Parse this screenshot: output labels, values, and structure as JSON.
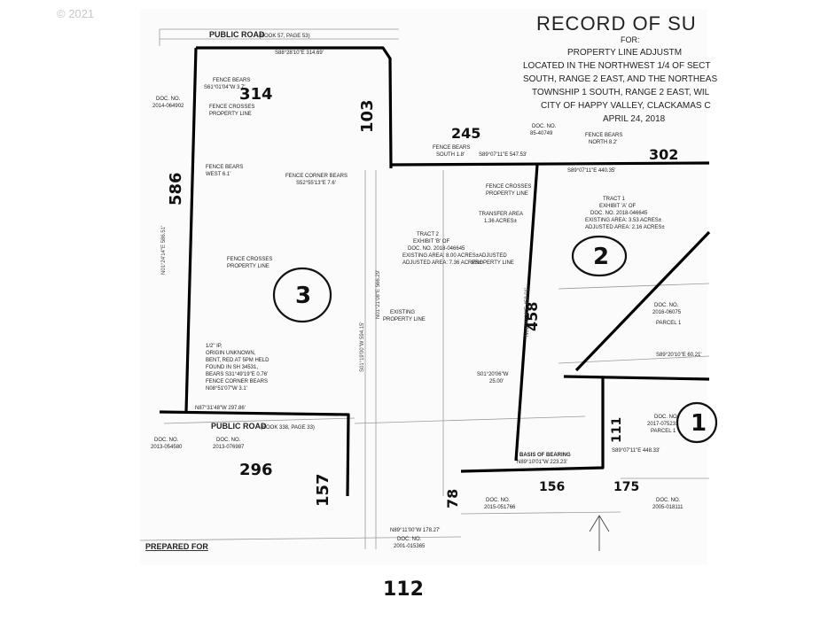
{
  "copyright": "© 2021",
  "header": {
    "title": "RECORD OF SU",
    "for": "FOR:",
    "lines": [
      "PROPERTY LINE ADJUSTM",
      "LOCATED IN THE NORTHWEST 1/4 OF SECT",
      "SOUTH, RANGE 2 EAST, AND THE NORTHEAS",
      "TOWNSHIP 1 SOUTH, RANGE 2 EAST, WIL",
      "CITY OF HAPPY VALLEY, CLACKAMAS C",
      "APRIL 24, 2018"
    ]
  },
  "roads": {
    "north": "PUBLIC ROAD",
    "north_ref": "(BOOK 57, PAGE 53)",
    "south": "PUBLIC ROAD",
    "south_ref": "(BOOK 338, PAGE 33)"
  },
  "tracts": {
    "tract2": [
      "TRACT 2",
      "EXHIBIT 'B' OF",
      "DOC. NO. 2018-046645",
      "EXISTING AREA: 8.00 ACRES±",
      "ADJUSTED AREA: 7.36 ACRES±"
    ],
    "tract1": [
      "TRACT 1",
      "EXHIBIT 'A' OF",
      "DOC. NO. 2018-046645",
      "EXISTING AREA: 3.53 ACRES±",
      "ADJUSTED AREA: 2.16 ACRES±"
    ],
    "transfer": [
      "TRANSFER AREA",
      "1.36 ACRES±"
    ],
    "existing_line": [
      "EXISTING",
      "PROPERTY LINE"
    ],
    "adjusted_line": [
      "ADJUSTED",
      "PROPERTY LINE"
    ],
    "parcel1": "PARCEL 1",
    "doc_parcel": [
      "DOC. NO.",
      "2017-075231",
      "PARCEL 1"
    ]
  },
  "bearings": {
    "north_line": "S88°28'10\"E 314.69'",
    "south_line": "N87°31'48\"W 297.86'",
    "mid_line": "S89°07'11\"E 547.53'",
    "tract_line": "S01°20'06\"W",
    "tract_line_len": "25.00'",
    "basis": "BASIS OF BEARING",
    "basis_value": "N89°10'01\"W 223.23'",
    "south_right": "N89°11'00\"W 178.27'",
    "right_line": "S89°07'11\"E 440.35'",
    "right_mid": "S89°20'10\"E 60.21'",
    "right_low": "S89°07'11\"E 448.33'"
  },
  "notes": {
    "fence_bears_nw": [
      "FENCE BEARS",
      "S61°01'04\"W 3.7'"
    ],
    "fence_crosses": [
      "FENCE CROSSES",
      "PROPERTY LINE"
    ],
    "fence_bears_west": [
      "FENCE BEARS",
      "WEST 6.1'"
    ],
    "fence_crosses_mid": [
      "FENCE CROSSES",
      "PROPERTY LINE"
    ],
    "monument": [
      "1/2\" IP,",
      "ORIGIN UNKNOWN,",
      "BENT, RED AT 5PM HELD",
      "FOUND IN SH 34531,",
      "BEARS S31°49'19\"E 0.76'",
      "FENCE CORNER BEARS",
      "N08°51'07\"W 3.1'"
    ],
    "prepared_for": "PREPARED FOR",
    "fence_bears_south": [
      "FENCE BEARS",
      "SOUTH 1.8'"
    ],
    "fence_bears_north": [
      "FENCE BEARS",
      "NORTH 8.2'"
    ],
    "fence_crosses_right": [
      "FENCE CROSSES",
      "PROPERTY LINE"
    ],
    "fence_corner": [
      "FENCE CORNER BEARS",
      "S52°55'13\"E 7.6'"
    ]
  },
  "docs": {
    "d1": [
      "DOC. NO.",
      "2014-064902"
    ],
    "d2": [
      "DOC. NO.",
      "85-40749"
    ],
    "d3": [
      "DOC. NO.",
      "2013-054580"
    ],
    "d4": [
      "DOC. NO.",
      "2013-076987"
    ],
    "d5": [
      "DOC. NO.",
      "2015-051766"
    ],
    "d6": [
      "DOC. NO.",
      "2016-06075"
    ],
    "d7": [
      "DOC. NO.",
      "2005-018111"
    ],
    "d8": [
      "DOC. NO.",
      "2001-015365"
    ]
  },
  "handwritten": {
    "north_len": "314",
    "east_len": "103",
    "west_len": "586",
    "mid_len": "245",
    "right_len": "302",
    "tract_len": "458",
    "parcel_3": "3",
    "parcel_2": "2",
    "parcel_1": "1",
    "short_len": "111",
    "south_len": "296",
    "sw_len": "157",
    "low_len": "78",
    "b156": "156",
    "b175": "175",
    "bottom_len": "112"
  },
  "colors": {
    "ink": "#111111",
    "line": "#000000",
    "faint": "#9a9a9a",
    "copyright": "#c8c8c8"
  }
}
